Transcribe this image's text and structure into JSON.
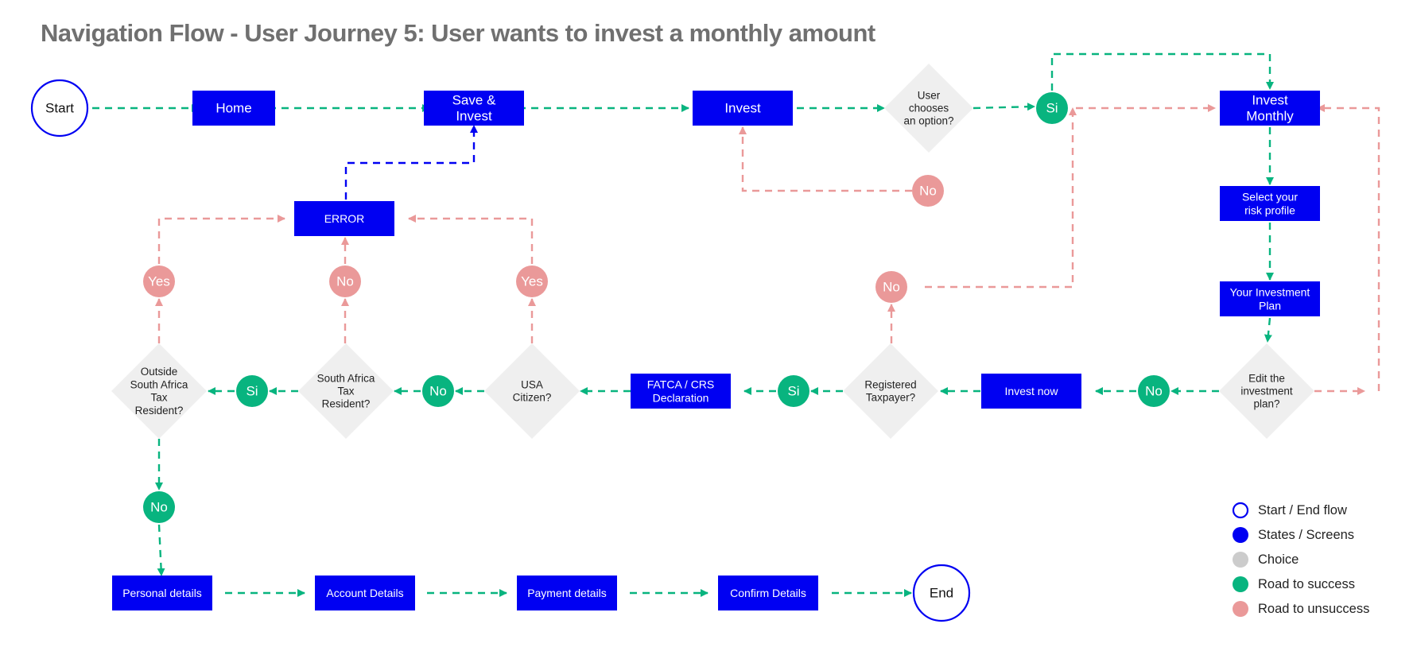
{
  "title": "Navigation Flow - User Journey 5: User wants to invest a monthly amount",
  "colors": {
    "screen": "#0000f2",
    "choice": "#efefef",
    "success": "#08b47f",
    "unsuccess": "#ea9999",
    "terminal_border": "#0000f2",
    "error_link": "#0000f2"
  },
  "nodes": {
    "start": {
      "lines": [
        "Start"
      ],
      "kind": "terminal"
    },
    "home": {
      "lines": [
        "Home"
      ],
      "kind": "screen"
    },
    "save_invest": {
      "lines": [
        "Save &",
        "Invest"
      ],
      "kind": "screen"
    },
    "invest": {
      "lines": [
        "Invest"
      ],
      "kind": "screen"
    },
    "user_chooses": {
      "lines": [
        "User",
        "chooses",
        "an option?"
      ],
      "kind": "choice"
    },
    "si_top": {
      "lines": [
        "Si"
      ],
      "kind": "success"
    },
    "no_top": {
      "lines": [
        "No"
      ],
      "kind": "unsuccess"
    },
    "invest_monthly": {
      "lines": [
        "Invest",
        "Monthly"
      ],
      "kind": "screen"
    },
    "risk_profile": {
      "lines": [
        "Select your",
        "risk profile"
      ],
      "kind": "screen"
    },
    "investment_plan": {
      "lines": [
        "Your Investment",
        "Plan"
      ],
      "kind": "screen"
    },
    "edit_plan": {
      "lines": [
        "Edit the",
        "investment",
        "plan?"
      ],
      "kind": "choice"
    },
    "no_edit": {
      "lines": [
        "No"
      ],
      "kind": "success"
    },
    "invest_now": {
      "lines": [
        "Invest now"
      ],
      "kind": "screen"
    },
    "registered_taxpayer": {
      "lines": [
        "Registered",
        "Taxpayer?"
      ],
      "kind": "choice"
    },
    "no_taxpayer": {
      "lines": [
        "No"
      ],
      "kind": "unsuccess"
    },
    "si_taxpayer": {
      "lines": [
        "Si"
      ],
      "kind": "success"
    },
    "fatca": {
      "lines": [
        "FATCA / CRS",
        "Declaration"
      ],
      "kind": "screen"
    },
    "usa_citizen": {
      "lines": [
        "USA",
        "Citizen?"
      ],
      "kind": "choice"
    },
    "yes_usa": {
      "lines": [
        "Yes"
      ],
      "kind": "unsuccess"
    },
    "no_usa": {
      "lines": [
        "No"
      ],
      "kind": "success"
    },
    "sa_resident": {
      "lines": [
        "South Africa",
        "Tax",
        "Resident?"
      ],
      "kind": "choice"
    },
    "no_sa": {
      "lines": [
        "No"
      ],
      "kind": "unsuccess"
    },
    "si_sa": {
      "lines": [
        "Si"
      ],
      "kind": "success"
    },
    "outside_sa": {
      "lines": [
        "Outside",
        "South Africa",
        "Tax",
        "Resident?"
      ],
      "kind": "choice"
    },
    "yes_outside": {
      "lines": [
        "Yes"
      ],
      "kind": "unsuccess"
    },
    "no_outside": {
      "lines": [
        "No"
      ],
      "kind": "success"
    },
    "error": {
      "lines": [
        "ERROR"
      ],
      "kind": "screen"
    },
    "personal": {
      "lines": [
        "Personal details"
      ],
      "kind": "screen"
    },
    "account": {
      "lines": [
        "Account Details"
      ],
      "kind": "screen"
    },
    "payment": {
      "lines": [
        "Payment details"
      ],
      "kind": "screen"
    },
    "confirm": {
      "lines": [
        "Confirm Details"
      ],
      "kind": "screen"
    },
    "end": {
      "lines": [
        "End"
      ],
      "kind": "terminal"
    }
  },
  "legend": [
    {
      "label": "Start / End flow",
      "kind": "terminal"
    },
    {
      "label": "States / Screens",
      "kind": "screen"
    },
    {
      "label": "Choice",
      "kind": "choice"
    },
    {
      "label": "Road to success",
      "kind": "success"
    },
    {
      "label": "Road to unsuccess",
      "kind": "unsuccess"
    }
  ]
}
